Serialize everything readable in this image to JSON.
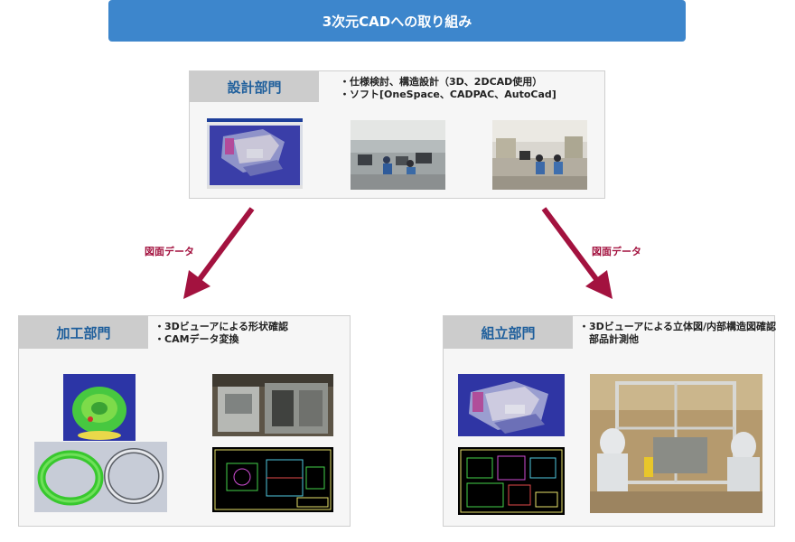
{
  "banner": {
    "title": "3次元CADへの取り組み"
  },
  "design": {
    "label": "設計部門",
    "bullets": [
      "・仕様検討、構造設計（3D、2DCAD使用）",
      "・ソフト[OneSpace、CADPAC、AutoCad]"
    ]
  },
  "machining": {
    "label": "加工部門",
    "bullets": [
      "・3Dビューアによる形状確認",
      "・CAMデータ変換"
    ]
  },
  "assembly": {
    "label": "組立部門",
    "bullets": [
      "・3Dビューアによる立体図/内部構造図確認",
      "　部品計測他"
    ]
  },
  "arrows": {
    "left_label": "図面データ",
    "right_label": "図面データ",
    "color": "#a3123f"
  },
  "colors": {
    "banner": "#3d86cc",
    "label_text": "#1f5f9c",
    "label_bg": "#cccccc"
  }
}
